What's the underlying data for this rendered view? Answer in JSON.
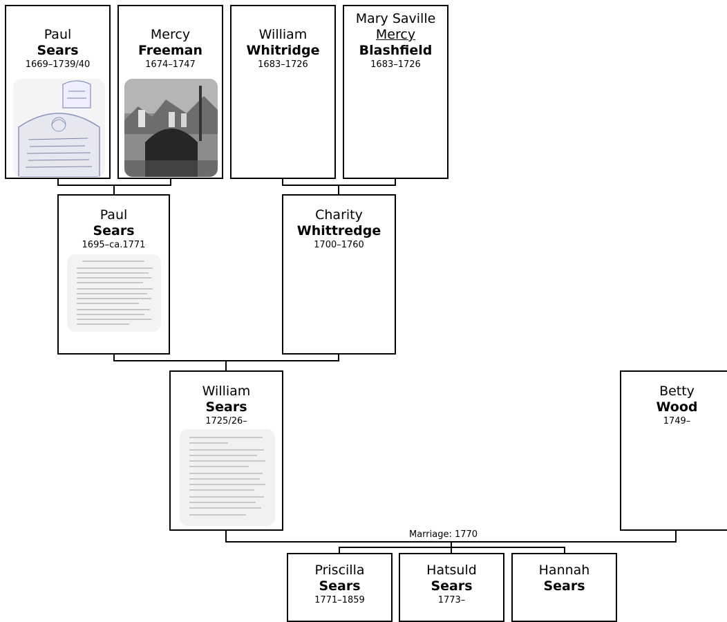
{
  "people": {
    "paul_sears_1669": {
      "given": "Paul",
      "surname": "Sears",
      "dates": "1669–1739/40"
    },
    "mercy_freeman": {
      "given": "Mercy",
      "surname": "Freeman",
      "dates": "1674–1747"
    },
    "william_whitridge": {
      "given": "William",
      "surname": "Whitridge",
      "dates": "1683–1726"
    },
    "mercy_blashfield": {
      "given": "Mary Saville",
      "given_alt": "Mercy",
      "surname": "Blashfield",
      "dates": "1683–1726"
    },
    "paul_sears_1695": {
      "given": "Paul",
      "surname": "Sears",
      "dates": "1695–ca.1771"
    },
    "charity_whittredge": {
      "given": "Charity",
      "surname": "Whittredge",
      "dates": "1700–1760"
    },
    "william_sears": {
      "given": "William",
      "surname": "Sears",
      "dates": "1725/26–"
    },
    "betty_wood": {
      "given": "Betty",
      "surname": "Wood",
      "dates": "1749–"
    },
    "priscilla_sears": {
      "given": "Priscilla",
      "surname": "Sears",
      "dates": "1771–1859"
    },
    "hatsuld_sears": {
      "given": "Hatsuld",
      "surname": "Sears",
      "dates": "1773–"
    },
    "hannah_sears": {
      "given": "Hannah",
      "surname": "Sears",
      "dates": ""
    }
  },
  "marriage": {
    "label": "Marriage: 1770"
  }
}
